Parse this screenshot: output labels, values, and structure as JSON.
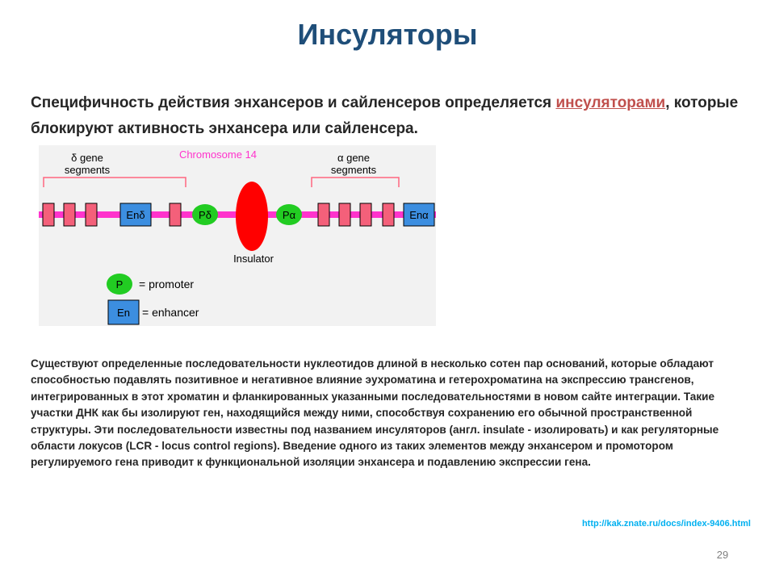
{
  "slide": {
    "title": "Инсуляторы",
    "intro": {
      "part1": "Специфичность действия энхансеров и сайленсеров определяется ",
      "link_word": "инсуляторами",
      "part2": ", которые блокируют активность энхансера или сайленсера."
    },
    "body": "Существуют определенные последовательности нуклеотидов длиной в несколько сотен пар оснований, которые обладают способностью подавлять позитивное и негативное влияние эухроматина и гетерохроматина на экспрессию трансгенов, интегрированных в этот хроматин и фланкированных указанными последовательностями в новом сайте интеграции. Такие участки ДНК как бы изолируют ген, находящийся между ними, способствуя сохранению его обычной пространственной структуры. Эти последовательности известны под названием инсуляторов (англ. insulate - изолировать) и как регуляторные области локусов (LCR - locus control regions). Введение одного из таких элементов между энхансером и промотором регулируемого гена приводит к функциональной изоляции энхансера и подавлению экспрессии гена.",
    "source_url": "http://kak.znate.ru/docs/index-9406.html",
    "page_number": "29"
  },
  "diagram": {
    "chromosome_label": "Chromosome 14",
    "delta_label_line1": "δ gene",
    "delta_label_line2": "segments",
    "alpha_label_line1": "α gene",
    "alpha_label_line2": "segments",
    "enhancer_delta": "Enδ",
    "promoter_delta": "Pδ",
    "promoter_alpha": "Pα",
    "enhancer_alpha": "Enα",
    "insulator_label": "Insulator",
    "legend_promoter_symbol": "P",
    "legend_promoter_text": "= promoter",
    "legend_enhancer_symbol": "En",
    "legend_enhancer_text": "= enhancer",
    "colors": {
      "chromosome": "#ff33cc",
      "segment": "#f4607a",
      "enhancer": "#3c8ee0",
      "promoter": "#22cc22",
      "insulator": "#ff0000",
      "bracket": "#ff6680",
      "chromosome_label": "#ff33cc"
    }
  }
}
